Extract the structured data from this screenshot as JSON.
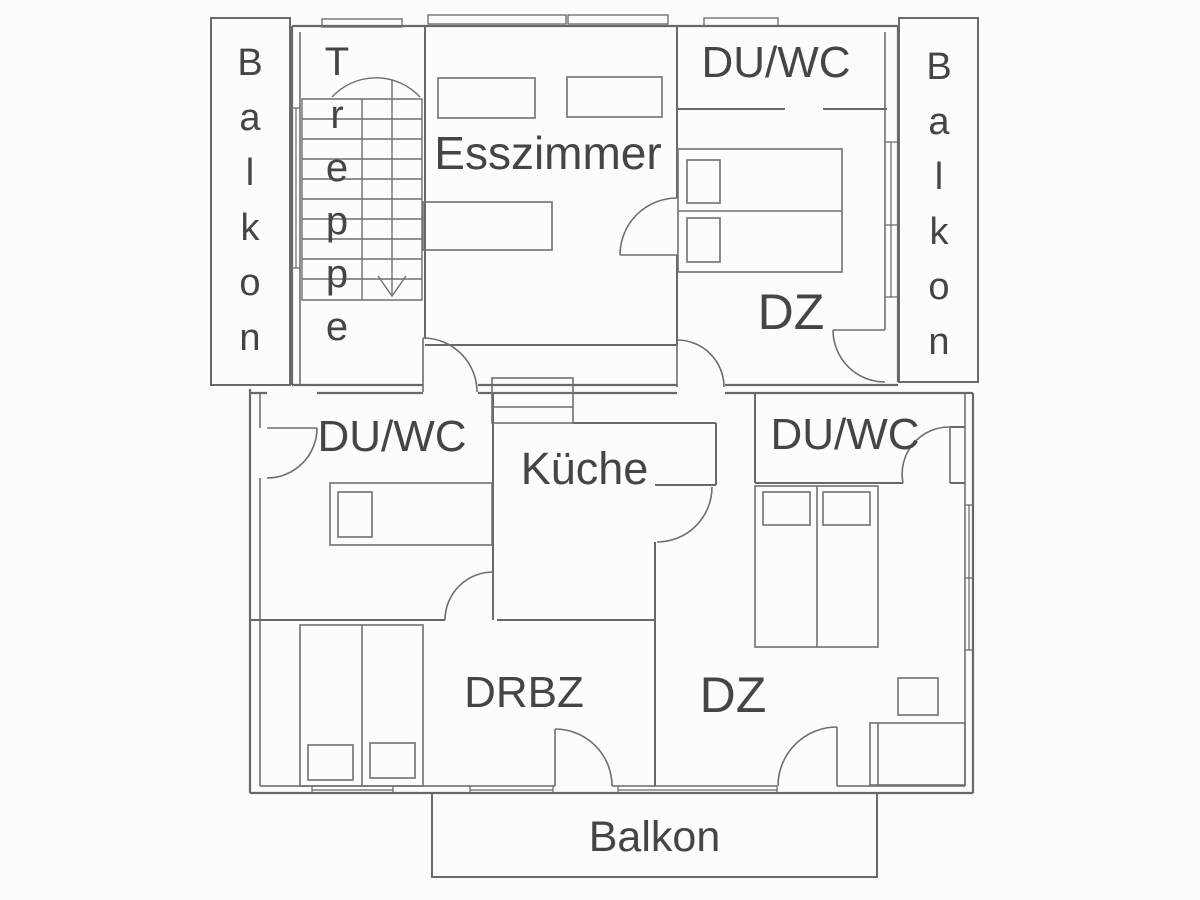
{
  "floorplan": {
    "type": "apartment-floor-plan",
    "colors": {
      "background": "#fcfcfc",
      "walls": "#686868",
      "furniture": "#707070",
      "text": "#454545"
    },
    "labels": {
      "balcony_left": "Balkon",
      "stairs": "Treppe",
      "dining_room": "Esszimmer",
      "shower_wc_top": "DU/WC",
      "balcony_right": "Balkon",
      "double_room_top": "DZ",
      "shower_wc_left": "DU/WC",
      "kitchen": "Küche",
      "shower_wc_right": "DU/WC",
      "triple_bedroom": "DRBZ",
      "double_room_bottom": "DZ",
      "balcony_bottom": "Balkon"
    }
  }
}
